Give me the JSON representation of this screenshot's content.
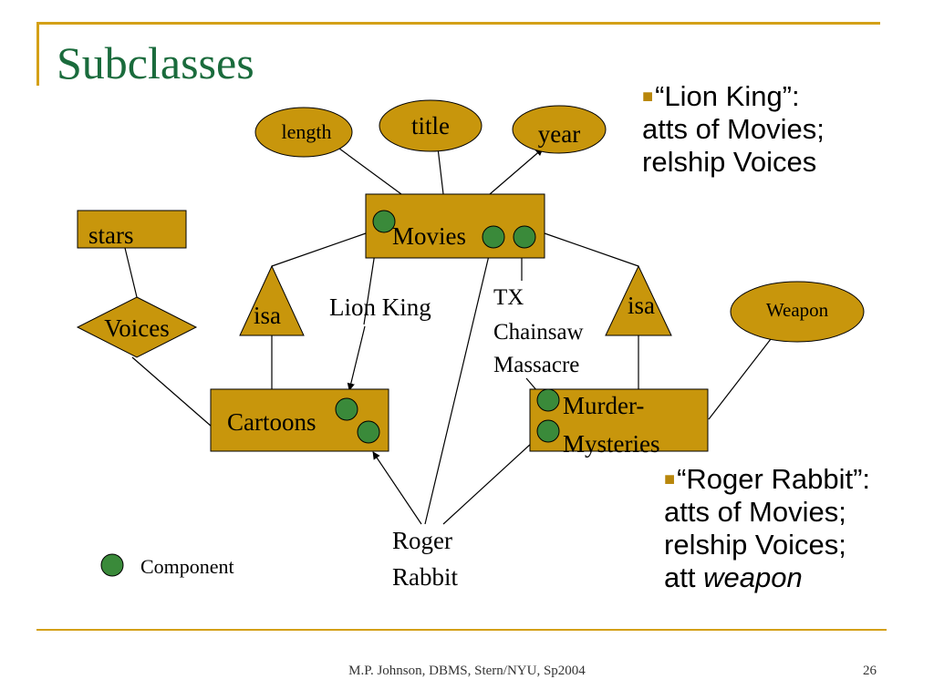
{
  "slide": {
    "title": "Subclasses",
    "footer_text": "M.P. Johnson, DBMS, Stern/NYU, Sp2004",
    "page_number": "26"
  },
  "diagram": {
    "entities": {
      "movies": "Movies",
      "stars": "stars",
      "cartoons": "Cartoons",
      "murder_mysteries_line1": "Murder-",
      "murder_mysteries_line2": "Mysteries"
    },
    "attributes": {
      "length": "length",
      "title": "title",
      "year": "year",
      "weapon": "Weapon"
    },
    "relationships": {
      "voices": "Voices"
    },
    "isa": {
      "left": "isa",
      "right": "isa"
    },
    "objects": {
      "lion_king": "Lion King",
      "tx_line1": "TX",
      "tx_line2": "Chainsaw",
      "tx_line3": "Massacre",
      "roger_line1": "Roger",
      "roger_line2": "Rabbit"
    },
    "legend": {
      "component": "Component"
    }
  },
  "notes": {
    "lion_king": [
      "“Lion King”:",
      "atts of Movies;",
      "relship Voices"
    ],
    "roger_rabbit": {
      "line1": "“Roger Rabbit”:",
      "line2": "atts of Movies;",
      "line3": "relship Voices;",
      "line4_prefix": "att ",
      "line4_emphasis": "weapon"
    }
  },
  "colors": {
    "shape_fill": "#c8960c",
    "component_fill": "#3a8a3a",
    "title_color": "#1a6b3c",
    "frame_line": "#d4a017",
    "bullet": "#b8860b"
  }
}
